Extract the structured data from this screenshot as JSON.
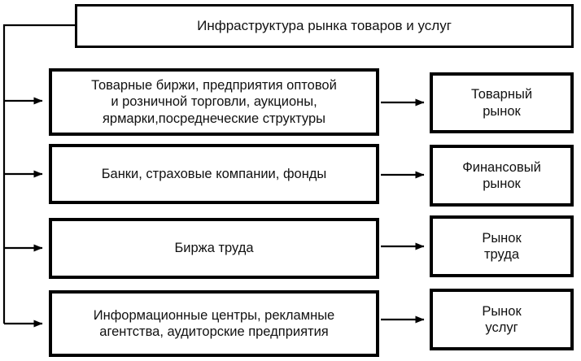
{
  "diagram": {
    "title": "Инфраструктура рынка товаров и услуг",
    "root": {
      "label": "Инфраструктура рынка товаров и услуг"
    },
    "components": [
      {
        "label": "Товарные биржи, предприятия оптовой\nи розничной торговли, аукционы,\nярмарки,посреднеческие структуры",
        "market": "Товарный\nрынок"
      },
      {
        "label": "Банки, страховые компании, фонды",
        "market": "Финансовый\nрынок"
      },
      {
        "label": "Биржа труда",
        "market": "Рынок\nтруда"
      },
      {
        "label": "Информационные центры, рекламные\nагентства, аудиторские предприятия",
        "market": "Рынок\nуслуг"
      }
    ],
    "colors": {
      "stroke": "#000000",
      "text": "#111111",
      "background": "#ffffff"
    }
  }
}
